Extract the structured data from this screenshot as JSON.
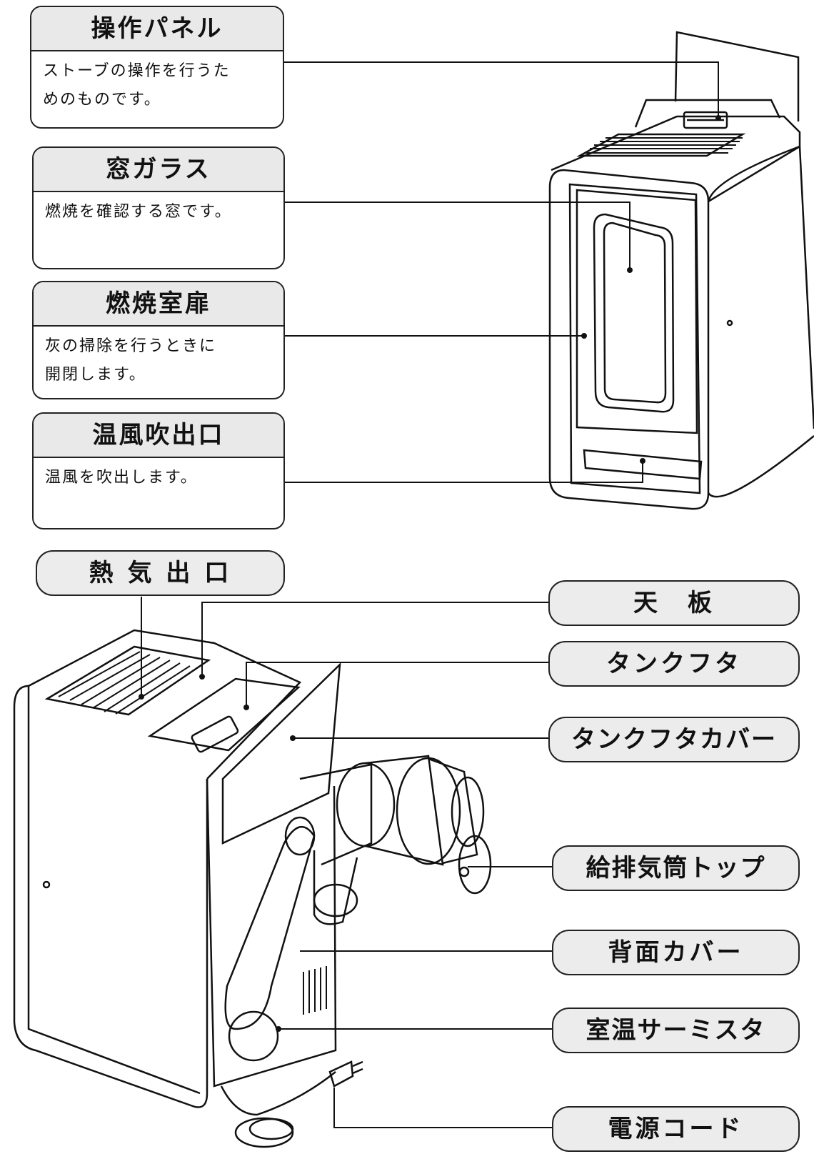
{
  "callouts": [
    {
      "title": "操作パネル",
      "desc_lines": [
        "ストーブの操作を行うた",
        "めのものです。"
      ]
    },
    {
      "title": "窓ガラス",
      "desc_lines": [
        "燃焼を確認する窓です。"
      ]
    },
    {
      "title": "燃焼室扉",
      "desc_lines": [
        "灰の掃除を行うときに",
        "開閉します。"
      ]
    },
    {
      "title": "温風吹出口",
      "desc_lines": [
        "温風を吹出します。"
      ]
    }
  ],
  "rear_labels": {
    "heat_outlet": "熱 気 出 口",
    "top_plate": "天　板",
    "tank_lid": "タンクフタ",
    "tank_lid_cover": "タンクフタカバー",
    "flue_top": "給排気筒トップ",
    "back_cover": "背面カバー",
    "thermistor": "室温サーミスタ",
    "power_cord": "電源コード"
  }
}
